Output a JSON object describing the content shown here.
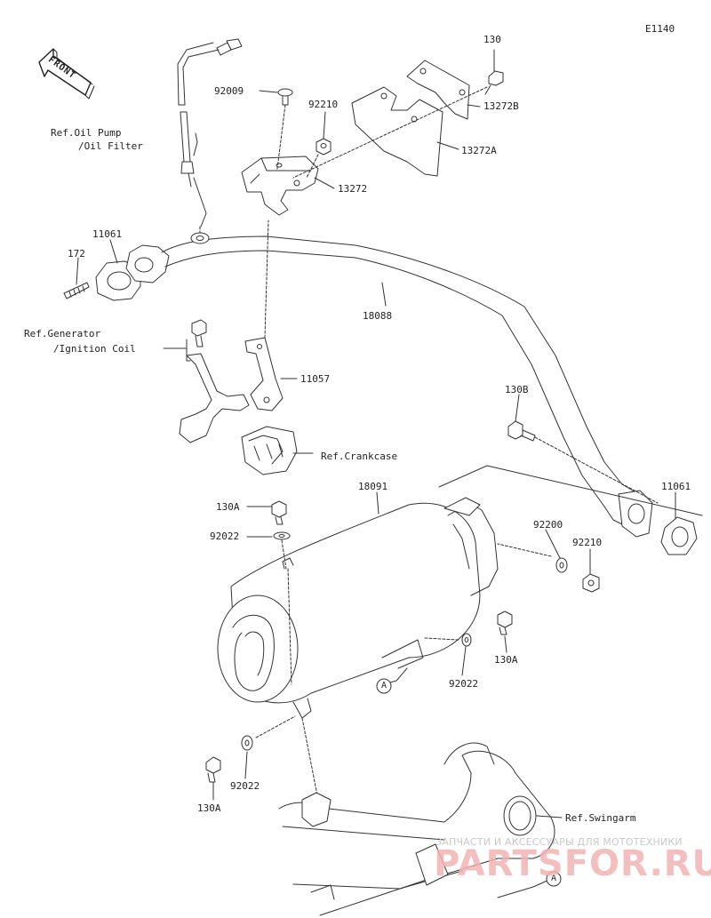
{
  "figure_code": "E1140",
  "front_label": "FRONT",
  "callouts": {
    "c130": "130",
    "c13272b": "13272B",
    "c92009": "92009",
    "c92210_top": "92210",
    "c13272a": "13272A",
    "c13272": "13272",
    "c11061_left": "11061",
    "c172": "172",
    "c18088": "18088",
    "c11057": "11057",
    "c130b": "130B",
    "c11061_right": "11061",
    "c18091": "18091",
    "c130a_top": "130A",
    "c92022_top": "92022",
    "c92200": "92200",
    "c92210_right": "92210",
    "c130a_right": "130A",
    "c92022_right": "92022",
    "c92022_bottom": "92022",
    "c130a_bottom": "130A"
  },
  "references": {
    "oil_pump_line1": "Ref.Oil Pump",
    "oil_pump_line2": "/Oil Filter",
    "generator_line1": "Ref.Generator",
    "generator_line2": "/Ignition Coil",
    "crankcase": "Ref.Crankcase",
    "swingarm": "Ref.Swingarm"
  },
  "markers": {
    "a_left": "A",
    "a_right": "A"
  },
  "watermark": {
    "caption": "ЗАПЧАСТИ И АКСЕССУАРЫ ДЛЯ МОТОТЕХНИКИ",
    "brand": "PARTSFOR.RU"
  },
  "colors": {
    "line": "#333333",
    "watermark_brand": "#f2b3b3",
    "watermark_caption": "#c9c9c9"
  }
}
